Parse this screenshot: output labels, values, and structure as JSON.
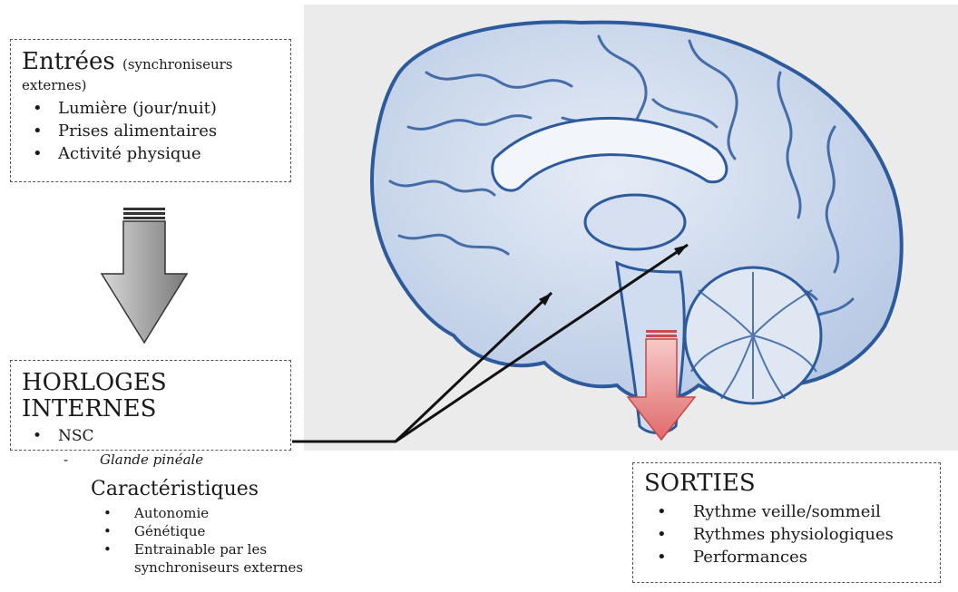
{
  "entrees": {
    "title": "Entrées",
    "title_suffix": "(synchroniseurs",
    "title_suffix_2": "externes)",
    "items": [
      "Lumière (jour/nuit)",
      "Prises alimentaires",
      "Activité physique"
    ]
  },
  "horloges": {
    "title": "HORLOGES INTERNES",
    "items": [
      "NSC"
    ],
    "sub_items": [
      "Glande pinéale"
    ]
  },
  "caracteristiques": {
    "title": "Caractéristiques",
    "items": [
      "Autonomie",
      "Génétique",
      "Entrainable par les",
      "synchroniseurs externes"
    ]
  },
  "sorties": {
    "title": "SORTIES",
    "items": [
      "Rythme veille/sommeil",
      "Rythmes physiologiques",
      "Performances"
    ]
  },
  "glyphs": {
    "bullet": "•",
    "dash": "-"
  },
  "colors": {
    "brain_fill": "#c7d4e8",
    "brain_stroke": "#2d5a9c",
    "panel_bg": "#ebebeb",
    "input_arrow": "#a8a8a8",
    "output_arrow": "#e07070"
  }
}
